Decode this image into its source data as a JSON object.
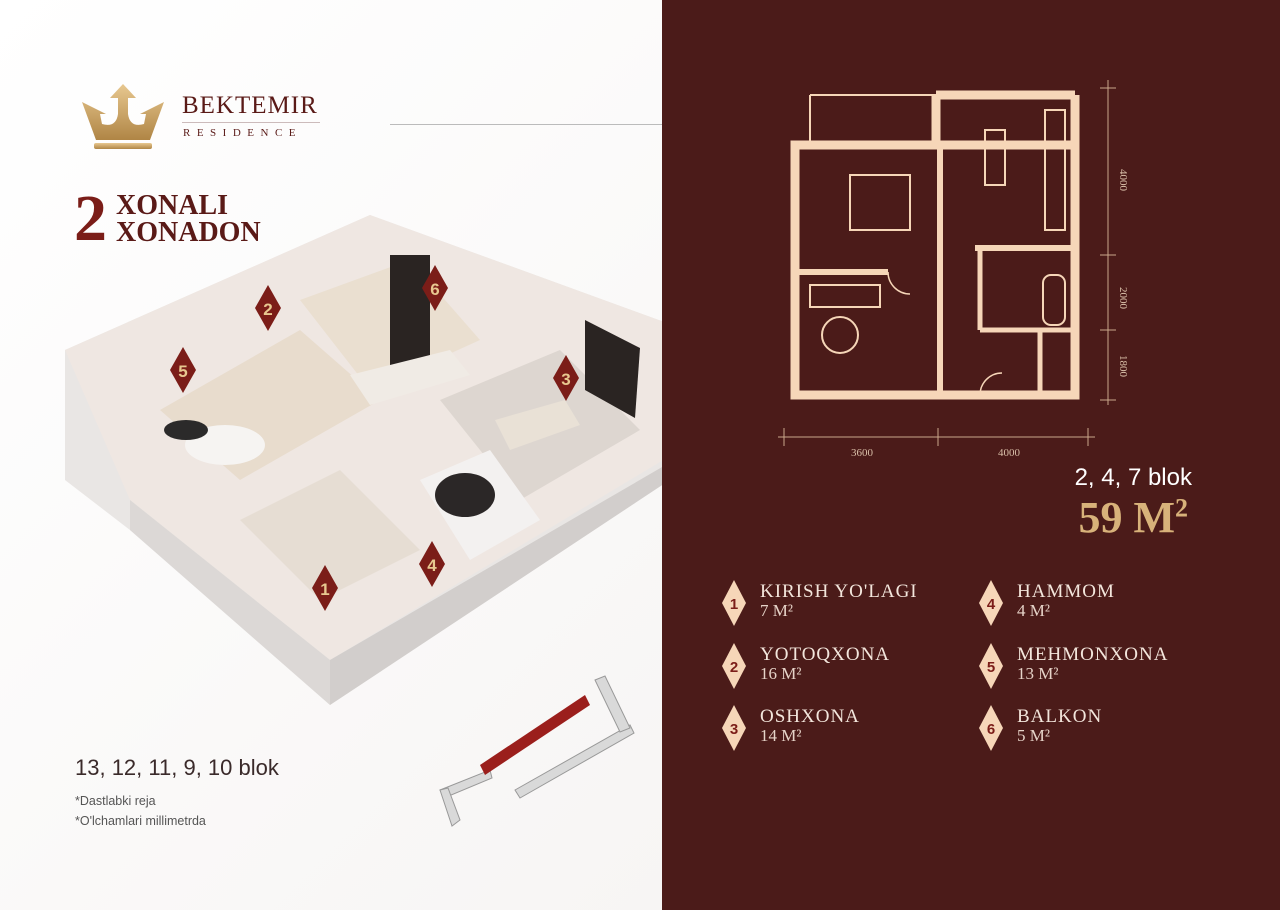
{
  "brand": {
    "name": "BEKTEMIR",
    "subtitle": "RESIDENCE"
  },
  "title": {
    "number": "2",
    "line1": "XONALI",
    "line2": "XONADON"
  },
  "left_blocks": "13, 12, 11, 9, 10 blok",
  "notes": [
    "*Dastlabki reja",
    "*O'lchamlari millimetrda"
  ],
  "right_blocks": "2, 4, 7 blok",
  "total_area": {
    "value": "59 M",
    "unit_sup": "2"
  },
  "dimensions": {
    "v1": "4000",
    "v2": "2000",
    "v3": "1800",
    "h1": "3600",
    "h2": "4000"
  },
  "rooms": [
    {
      "num": "1",
      "name": "KIRISH YO'LAGI",
      "area": "7 M²"
    },
    {
      "num": "2",
      "name": "YOTOQXONA",
      "area": "16 M²"
    },
    {
      "num": "3",
      "name": "OSHXONA",
      "area": "14 M²"
    },
    {
      "num": "4",
      "name": "HAMMOM",
      "area": "4 M²"
    },
    {
      "num": "5",
      "name": "MEHMONXONA",
      "area": "13 M²"
    },
    {
      "num": "6",
      "name": "BALKON",
      "area": "5 M²"
    }
  ],
  "colors": {
    "maroon": "#4b1b19",
    "gold": "#d8b27a",
    "plan": "#f6d6b8"
  }
}
